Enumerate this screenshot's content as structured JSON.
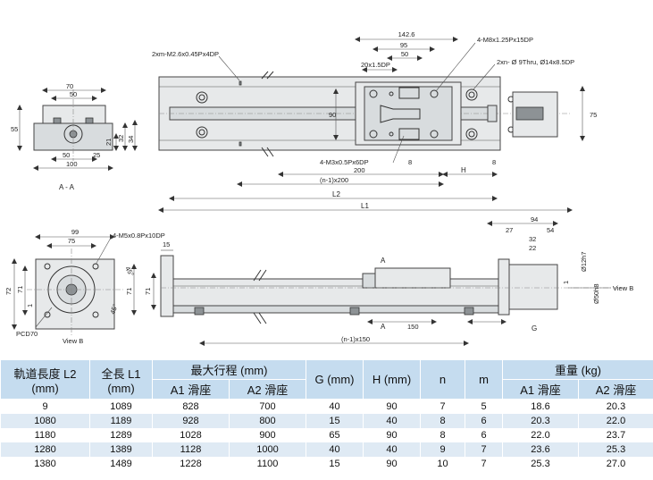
{
  "section_view": {
    "label": "A - A",
    "dims": {
      "w70": "70",
      "w50": "50",
      "h55": "55",
      "b50": "50",
      "b25": "25",
      "b100": "100",
      "r21": "21",
      "r32": "32",
      "r34": "34"
    }
  },
  "top_view": {
    "dims": {
      "d142": "142.6",
      "d95": "95",
      "d50": "50",
      "d20": "20x1.5DP",
      "d90": "90",
      "d75": "75",
      "d200": "200",
      "dpitch": "(n-1)x200",
      "dL2": "L2",
      "dL1": "L1",
      "dH": "H",
      "d8a": "8",
      "d8b": "8"
    },
    "notes": {
      "tap1": "2xm-M2.6x0.45Px4DP",
      "tap2": "4-M8x1.25Px15DP",
      "tap3": "2xn- Ø 9Thru, Ø14x8.5DP",
      "tap4": "4-M3x0.5Px6DP"
    }
  },
  "end_view": {
    "label": "View B",
    "pcd": "PCD70",
    "note": "4-M5x0.8Px10DP",
    "dims": {
      "d99": "99",
      "d75": "75",
      "d72": "72",
      "d71": "71",
      "d1": "1",
      "a45a": "45°",
      "a45b": "45°"
    }
  },
  "side_view": {
    "marks": {
      "a1": "A",
      "a2": "A",
      "viewb": "View B"
    },
    "dims": {
      "d15": "15",
      "d71": "71",
      "d150": "150",
      "dG": "G",
      "dpitch": "(n-1)x150",
      "d94": "94",
      "d27": "27",
      "d54": "54",
      "d32": "32",
      "d22": "22",
      "d12": "Ø12h7",
      "d50": "Ø50h8",
      "d1": "1"
    }
  },
  "table": {
    "header_row1": [
      "軌道長度 L2\n(mm)",
      "全長 L1\n(mm)",
      "最大行程 (mm)",
      "G (mm)",
      "H (mm)",
      "n",
      "m",
      "重量 (kg)"
    ],
    "header_row2": [
      "A1 滑座",
      "A2 滑座",
      "A1 滑座",
      "A2 滑座"
    ],
    "rows": [
      [
        "9",
        "1089",
        "828",
        "700",
        "40",
        "90",
        "7",
        "5",
        "18.6",
        "20.3"
      ],
      [
        "1080",
        "1189",
        "928",
        "800",
        "15",
        "40",
        "8",
        "6",
        "20.3",
        "22.0"
      ],
      [
        "1180",
        "1289",
        "1028",
        "900",
        "65",
        "90",
        "8",
        "6",
        "22.0",
        "23.7"
      ],
      [
        "1280",
        "1389",
        "1128",
        "1000",
        "40",
        "40",
        "9",
        "7",
        "23.6",
        "25.3"
      ],
      [
        "1380",
        "1489",
        "1228",
        "1100",
        "15",
        "90",
        "10",
        "7",
        "25.3",
        "27.0"
      ]
    ]
  }
}
